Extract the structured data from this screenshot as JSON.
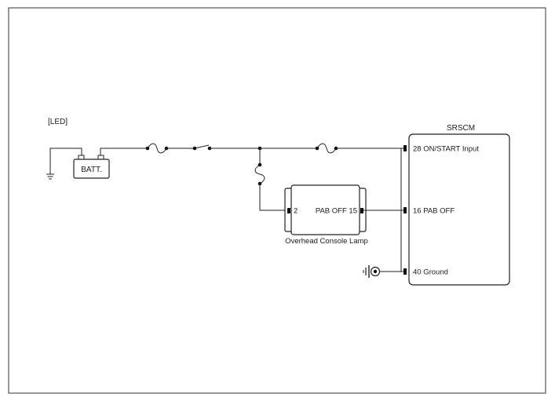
{
  "section_label": "[LED]",
  "battery": {
    "label": "BATT."
  },
  "srscm": {
    "title": "SRSCM",
    "pins": [
      {
        "text": "28 ON/START Input"
      },
      {
        "text": "16 PAB OFF"
      },
      {
        "text": "40 Ground"
      }
    ]
  },
  "lamp": {
    "name": "Overhead Console Lamp",
    "pin_left": "2",
    "pin_right": "PAB OFF 15"
  }
}
